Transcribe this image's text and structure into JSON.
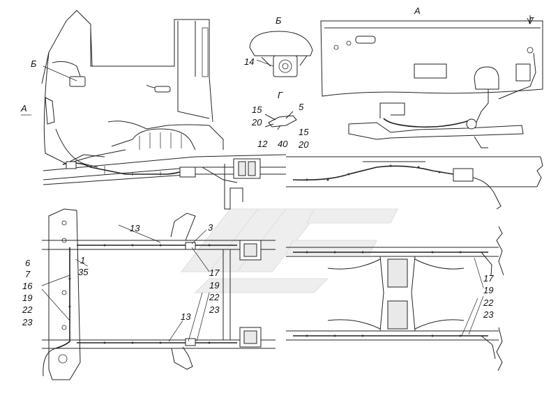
{
  "views": {
    "a": "А",
    "b": "Б",
    "g": "Г"
  },
  "callouts": {
    "view_a_arrow": "А",
    "view_b_arrow": "Б",
    "detail_b_title": "Б",
    "detail_b_14": "14",
    "detail_g_title": "Г",
    "detail_g_15": "15",
    "detail_g_20": "20",
    "detail_g_5": "5",
    "detail_g_15b": "15",
    "detail_g_20b": "20",
    "detail_g_12": "12",
    "detail_g_40": "40",
    "view_a_title": "А",
    "view_a_g": "Г",
    "frame_13_top": "13",
    "frame_3": "3",
    "frame_13_bottom": "13",
    "left_6": "6",
    "left_7": "7",
    "left_1": "1",
    "left_35": "35",
    "left_16": "16",
    "left_19": "19",
    "left_22": "22",
    "left_23": "23",
    "mid_17": "17",
    "mid_19": "19",
    "mid_22": "22",
    "mid_23": "23",
    "right_17": "17",
    "right_19": "19",
    "right_22": "22",
    "right_23": "23"
  }
}
